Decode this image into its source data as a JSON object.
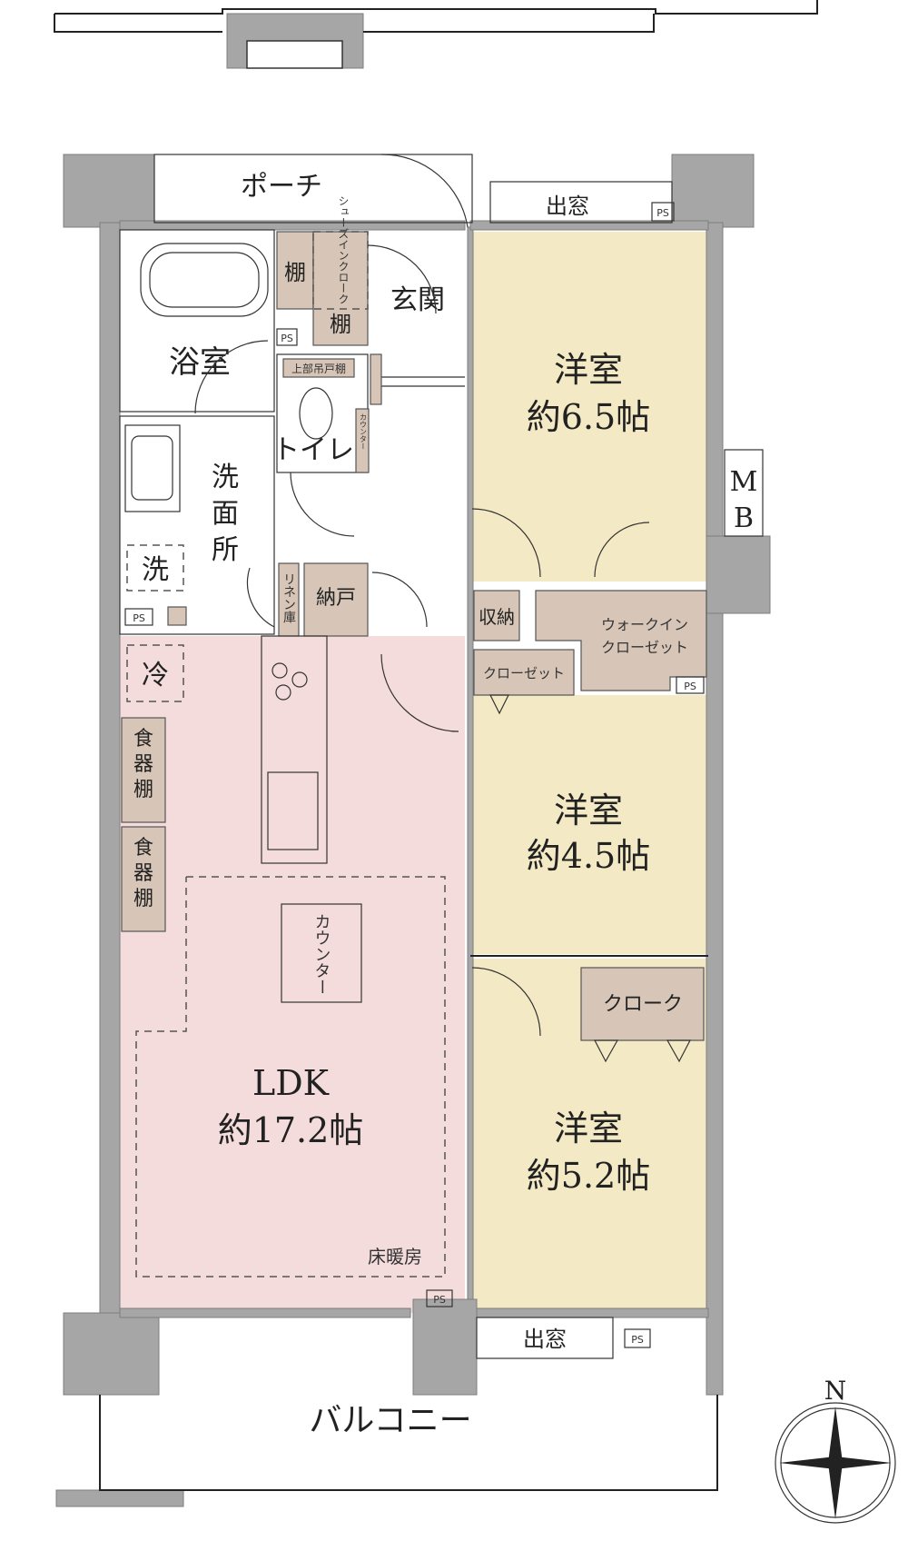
{
  "colors": {
    "ldk_fill": "#f5dcdc",
    "western_room_fill": "#f3e9c4",
    "wall": "#a6a6a6",
    "fixture": "#d7c6b7"
  },
  "rooms": {
    "porch": "ポーチ",
    "entrance": "玄関",
    "bath": "浴室",
    "toilet": "トイレ",
    "washroom": "洗面所",
    "room1": {
      "name": "洋室",
      "size": "約6.5帖"
    },
    "room2": {
      "name": "洋室",
      "size": "約4.5帖"
    },
    "room3": {
      "name": "洋室",
      "size": "約5.2帖"
    },
    "ldk": {
      "name": "LDK",
      "size": "約17.2帖"
    },
    "balcony": "バルコニー"
  },
  "fixtures": {
    "shelf1": "棚",
    "shelf2": "棚",
    "shoe_cloak": "シューズインクローク",
    "upper_cabinet": "上部吊戸棚",
    "counter_small": "カウンター",
    "washer": "洗",
    "fridge": "冷",
    "linen": "リネン庫",
    "storeroom": "納戸",
    "storage": "収納",
    "walkin_line1": "ウォークイン",
    "walkin_line2": "クローゼット",
    "closet": "クローゼット",
    "dish_shelf1": "食器棚",
    "dish_shelf2": "食器棚",
    "kitchen_counter": "カウンター",
    "cloak": "クローク",
    "floor_heating": "床暖房",
    "bay_window_top": "出窓",
    "bay_window_bottom": "出窓",
    "mb_m": "M",
    "mb_b": "B",
    "ps": "PS"
  },
  "compass": {
    "north": "N"
  }
}
